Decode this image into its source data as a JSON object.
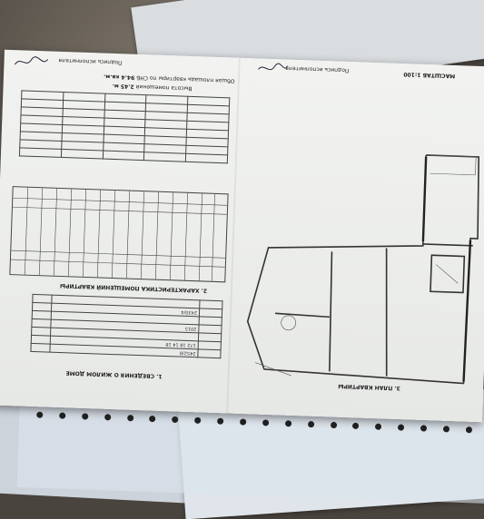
{
  "left_page": {
    "header_left": "Подпись исполнителя",
    "area_summary": "Общая площадь квартиры по СНБ",
    "area_value": "94.4 кв.м.",
    "ceiling_label": "Высота помещений",
    "ceiling_value": "2.45 м.",
    "section1_title": "1. СВЕДЕНИЯ О ЖИЛОМ ДОМЕ",
    "section2_title": "2. ХАРАКТЕРИСТИКА ПОМЕЩЕНИЙ КВАРТИРЫ",
    "inventory_number": "2452/8",
    "address_code": "172 18 14 18",
    "year": "2015",
    "date_code": "2430/4"
  },
  "right_page": {
    "header_label": "Подпись исполнителя",
    "scale_label": "МАСШТАБ 1:100",
    "section_title": "3. ПЛАН КВАРТИРЫ"
  }
}
